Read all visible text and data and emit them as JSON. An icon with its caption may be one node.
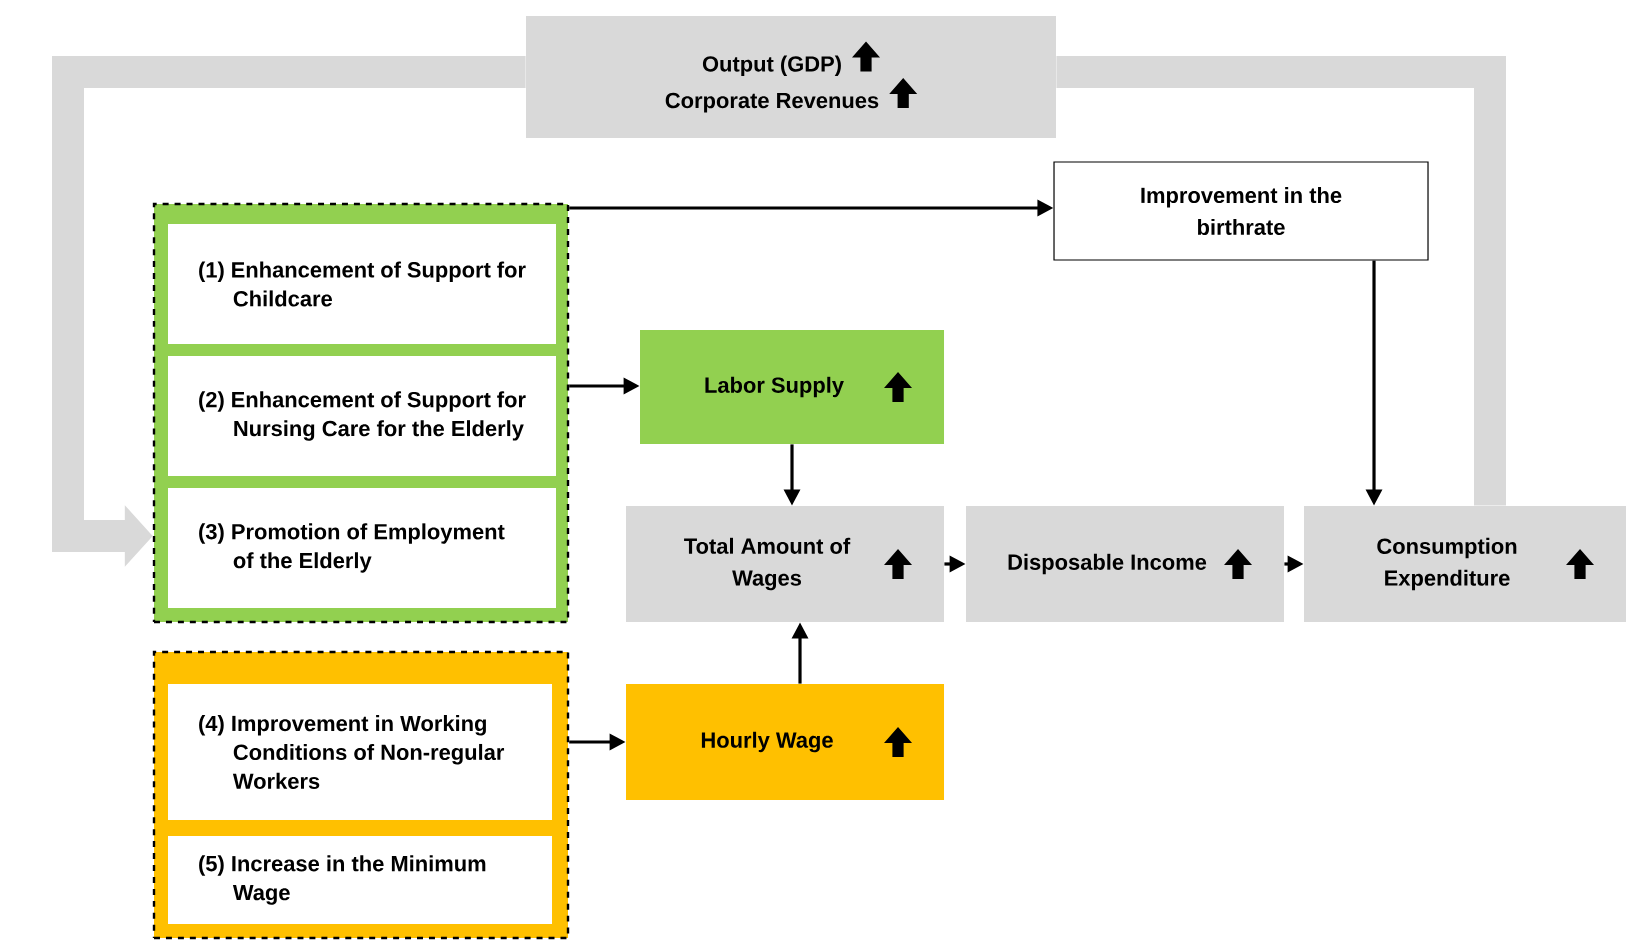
{
  "diagram": {
    "nodes": [
      {
        "text": [],
        "shape": "box"
      },
      {
        "text": [
          "(1) Enhancement of Support for Childcare"
        ],
        "in": 0
      },
      {
        "text": [
          "(2) Enhancement of Support for Nursing Care for the Elderly"
        ],
        "in": 0
      },
      {
        "text": [
          "(3) Promotion of Employment of the Elderly"
        ],
        "in": 0
      },
      {
        "text": [],
        "shape": "box"
      },
      {
        "text": [
          "(4) Improvement in Working Conditions of Non-regular Workers"
        ],
        "in": 4
      },
      {
        "text": [
          "(5) Increase in the Minimum Wage"
        ],
        "in": 4
      },
      {
        "text": [
          "Output (GDP)",
          "Corporate Revenues"
        ]
      },
      {
        "text": [
          "Improvement in the birthrate"
        ]
      },
      {
        "text": [
          "Labor Supply"
        ]
      },
      {
        "text": [
          "Hourly Wage"
        ]
      },
      {
        "text": [
          "Total Amount of Wages"
        ]
      },
      {
        "text": [
          "Disposable Income"
        ]
      },
      {
        "text": [
          "Consumption Expenditure"
        ]
      }
    ],
    "edges": [
      {
        "from": 0,
        "to": 8,
        "arrow": "to"
      },
      {
        "from": 0,
        "to": 9,
        "arrow": "to"
      },
      {
        "from": 4,
        "to": 10,
        "arrow": "to"
      },
      {
        "from": 9,
        "to": 11,
        "arrow": "to"
      },
      {
        "from": 10,
        "to": 11,
        "arrow": "to"
      },
      {
        "from": 11,
        "to": 12,
        "arrow": "to"
      },
      {
        "from": 12,
        "to": 13,
        "arrow": "to"
      },
      {
        "from": 8,
        "to": 13,
        "arrow": "to"
      },
      {
        "from": 13,
        "to": 7,
        "arrow": "none",
        "style": "thick",
        "color": "#d9d9d9"
      },
      {
        "from": 7,
        "to": 0,
        "arrow": "to",
        "style": "thick",
        "color": "#d9d9d9"
      }
    ]
  }
}
